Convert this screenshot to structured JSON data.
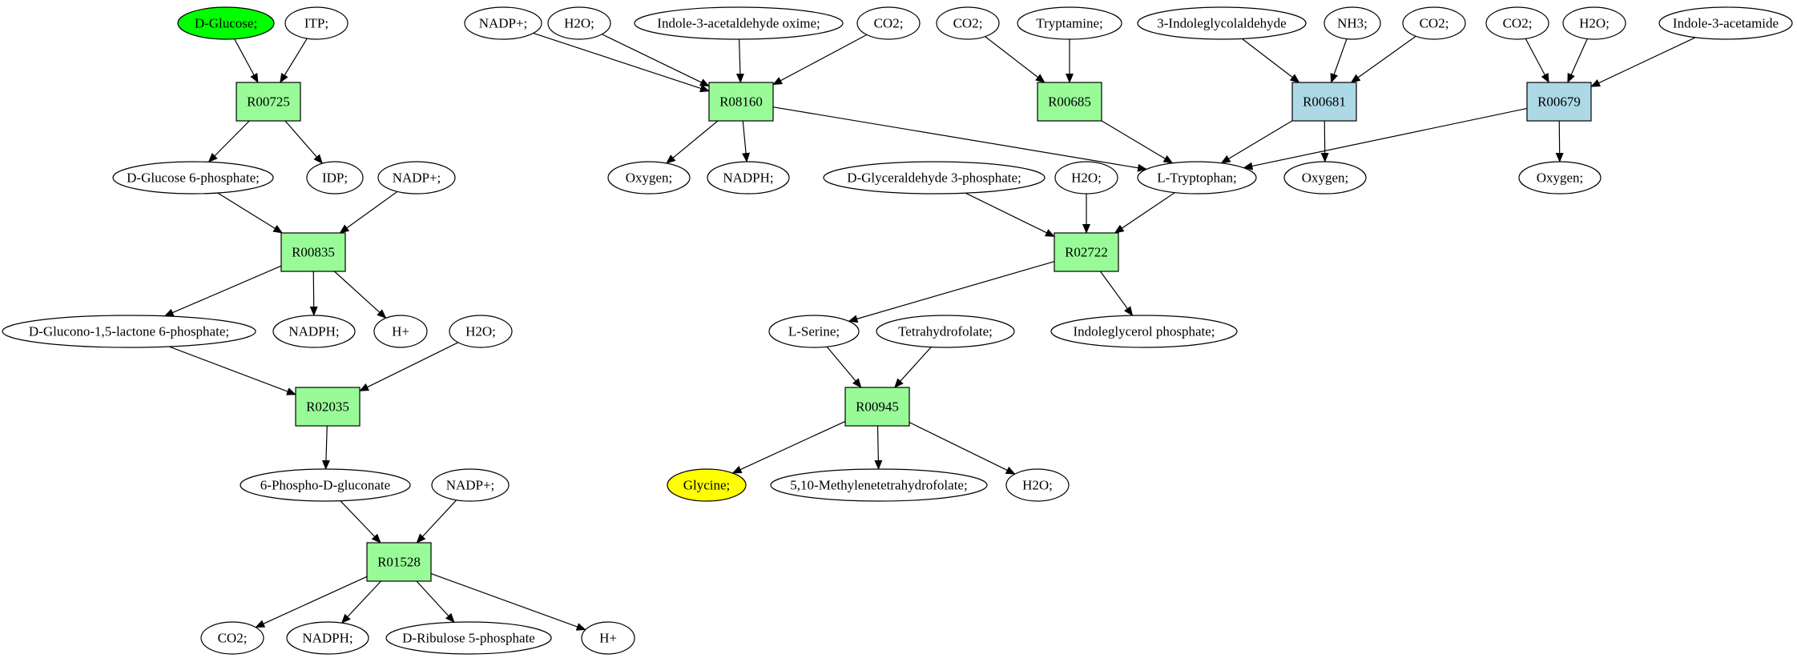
{
  "colors": {
    "reaction_default": "#98fb98",
    "reaction_alt": "#add8e6",
    "metabolite_default": "#ffffff",
    "source": "#00ff00",
    "target": "#ffff00"
  },
  "nodes": {
    "dglucose": {
      "label": "D-Glucose;",
      "shape": "ellipse",
      "role": "source"
    },
    "itp": {
      "label": "ITP;",
      "shape": "ellipse"
    },
    "r00725": {
      "label": "R00725",
      "shape": "box"
    },
    "dglc6p": {
      "label": "D-Glucose 6-phosphate;",
      "shape": "ellipse"
    },
    "idp": {
      "label": "IDP;",
      "shape": "ellipse"
    },
    "nadp1": {
      "label": "NADP+;",
      "shape": "ellipse"
    },
    "r00835": {
      "label": "R00835",
      "shape": "box"
    },
    "dglucono": {
      "label": "D-Glucono-1,5-lactone 6-phosphate;",
      "shape": "ellipse"
    },
    "nadph1": {
      "label": "NADPH;",
      "shape": "ellipse"
    },
    "hplus1": {
      "label": "H+",
      "shape": "ellipse"
    },
    "h2o1": {
      "label": "H2O;",
      "shape": "ellipse"
    },
    "r02035": {
      "label": "R02035",
      "shape": "box"
    },
    "phosphogluconate": {
      "label": "6-Phospho-D-gluconate",
      "shape": "ellipse"
    },
    "nadp2": {
      "label": "NADP+;",
      "shape": "ellipse"
    },
    "r01528": {
      "label": "R01528",
      "shape": "box"
    },
    "co2a": {
      "label": "CO2;",
      "shape": "ellipse"
    },
    "nadph2": {
      "label": "NADPH;",
      "shape": "ellipse"
    },
    "ribulose": {
      "label": "D-Ribulose 5-phosphate",
      "shape": "ellipse"
    },
    "hplus2": {
      "label": "H+",
      "shape": "ellipse"
    },
    "nadp3": {
      "label": "NADP+;",
      "shape": "ellipse"
    },
    "h2o2": {
      "label": "H2O;",
      "shape": "ellipse"
    },
    "oxime": {
      "label": "Indole-3-acetaldehyde oxime;",
      "shape": "ellipse"
    },
    "co2b": {
      "label": "CO2;",
      "shape": "ellipse"
    },
    "r08160": {
      "label": "R08160",
      "shape": "box"
    },
    "oxygen1": {
      "label": "Oxygen;",
      "shape": "ellipse"
    },
    "nadph3": {
      "label": "NADPH;",
      "shape": "ellipse"
    },
    "co2c": {
      "label": "CO2;",
      "shape": "ellipse"
    },
    "tryptamine": {
      "label": "Tryptamine;",
      "shape": "ellipse"
    },
    "r00685": {
      "label": "R00685",
      "shape": "box"
    },
    "indoleglycol": {
      "label": "3-Indoleglycolaldehyde",
      "shape": "ellipse"
    },
    "nh3": {
      "label": "NH3;",
      "shape": "ellipse"
    },
    "co2d": {
      "label": "CO2;",
      "shape": "ellipse"
    },
    "r00681": {
      "label": "R00681",
      "shape": "box",
      "role": "alt"
    },
    "oxygen2": {
      "label": "Oxygen;",
      "shape": "ellipse"
    },
    "co2e": {
      "label": "CO2;",
      "shape": "ellipse"
    },
    "h2o3": {
      "label": "H2O;",
      "shape": "ellipse"
    },
    "acetamide": {
      "label": "Indole-3-acetamide",
      "shape": "ellipse"
    },
    "r00679": {
      "label": "R00679",
      "shape": "box",
      "role": "alt"
    },
    "oxygen3": {
      "label": "Oxygen;",
      "shape": "ellipse"
    },
    "ltrp": {
      "label": "L-Tryptophan;",
      "shape": "ellipse"
    },
    "gap": {
      "label": "D-Glyceraldehyde 3-phosphate;",
      "shape": "ellipse"
    },
    "h2o4": {
      "label": "H2O;",
      "shape": "ellipse"
    },
    "r02722": {
      "label": "R02722",
      "shape": "box"
    },
    "lserine": {
      "label": "L-Serine;",
      "shape": "ellipse"
    },
    "indoleglycerol": {
      "label": "Indoleglycerol phosphate;",
      "shape": "ellipse"
    },
    "thf": {
      "label": "Tetrahydrofolate;",
      "shape": "ellipse"
    },
    "r00945": {
      "label": "R00945",
      "shape": "box"
    },
    "glycine": {
      "label": "Glycine;",
      "shape": "ellipse",
      "role": "target"
    },
    "methylene": {
      "label": "5,10-Methylenetetrahydrofolate;",
      "shape": "ellipse"
    },
    "h2o5": {
      "label": "H2O;",
      "shape": "ellipse"
    }
  },
  "edges": [
    [
      "dglucose",
      "r00725"
    ],
    [
      "itp",
      "r00725"
    ],
    [
      "r00725",
      "dglc6p"
    ],
    [
      "r00725",
      "idp"
    ],
    [
      "dglc6p",
      "r00835"
    ],
    [
      "nadp1",
      "r00835"
    ],
    [
      "r00835",
      "dglucono"
    ],
    [
      "r00835",
      "nadph1"
    ],
    [
      "r00835",
      "hplus1"
    ],
    [
      "dglucono",
      "r02035"
    ],
    [
      "h2o1",
      "r02035"
    ],
    [
      "r02035",
      "phosphogluconate"
    ],
    [
      "phosphogluconate",
      "r01528"
    ],
    [
      "nadp2",
      "r01528"
    ],
    [
      "r01528",
      "co2a"
    ],
    [
      "r01528",
      "nadph2"
    ],
    [
      "r01528",
      "ribulose"
    ],
    [
      "r01528",
      "hplus2"
    ],
    [
      "nadp3",
      "r08160"
    ],
    [
      "h2o2",
      "r08160"
    ],
    [
      "oxime",
      "r08160"
    ],
    [
      "co2b",
      "r08160"
    ],
    [
      "r08160",
      "oxygen1"
    ],
    [
      "r08160",
      "nadph3"
    ],
    [
      "r08160",
      "ltrp"
    ],
    [
      "co2c",
      "r00685"
    ],
    [
      "tryptamine",
      "r00685"
    ],
    [
      "r00685",
      "ltrp"
    ],
    [
      "indoleglycol",
      "r00681"
    ],
    [
      "nh3",
      "r00681"
    ],
    [
      "co2d",
      "r00681"
    ],
    [
      "r00681",
      "ltrp"
    ],
    [
      "r00681",
      "oxygen2"
    ],
    [
      "co2e",
      "r00679"
    ],
    [
      "h2o3",
      "r00679"
    ],
    [
      "acetamide",
      "r00679"
    ],
    [
      "r00679",
      "ltrp"
    ],
    [
      "r00679",
      "oxygen3"
    ],
    [
      "gap",
      "r02722"
    ],
    [
      "h2o4",
      "r02722"
    ],
    [
      "ltrp",
      "r02722"
    ],
    [
      "r02722",
      "lserine"
    ],
    [
      "r02722",
      "indoleglycerol"
    ],
    [
      "lserine",
      "r00945"
    ],
    [
      "thf",
      "r00945"
    ],
    [
      "r00945",
      "glycine"
    ],
    [
      "r00945",
      "methylene"
    ],
    [
      "r00945",
      "h2o5"
    ]
  ]
}
